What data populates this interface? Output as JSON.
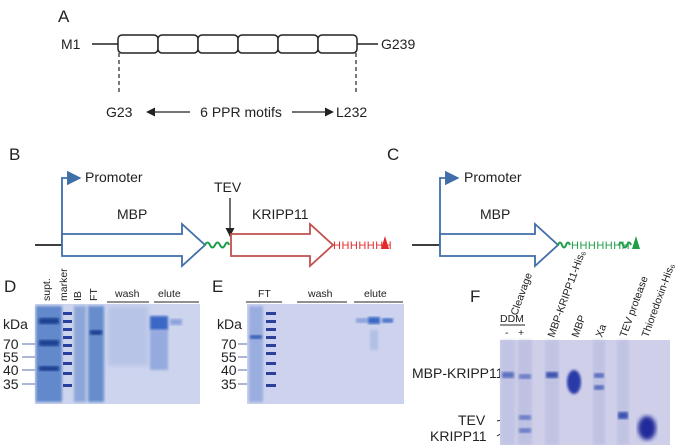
{
  "panels": {
    "a": "A",
    "b": "B",
    "c": "C",
    "d": "D",
    "e": "E",
    "f": "F"
  },
  "panel_a": {
    "start": "M1",
    "end": "G239",
    "first": "G23",
    "last": "L232",
    "motifs": "6 PPR motifs"
  },
  "panel_b": {
    "promoter": "Promoter",
    "tev": "TEV",
    "mbp": "MBP",
    "kripp11": "KRIPP11",
    "his_tag": "HHHHHHH"
  },
  "panel_c": {
    "promoter": "Promoter",
    "mbp": "MBP",
    "his_tag": "HHHHHHH"
  },
  "gel_axis": {
    "unit": "kDa",
    "markers": [
      "70",
      "55",
      "40",
      "35"
    ]
  },
  "panel_d": {
    "lanes": [
      "supt.",
      "marker",
      "IB",
      "FT"
    ],
    "groups": [
      "wash",
      "elute"
    ]
  },
  "panel_e": {
    "groups": [
      "FT",
      "wash",
      "elute"
    ]
  },
  "panel_f": {
    "cleavage": "Cleavage",
    "ddm": "DDM",
    "minus": "-",
    "plus": "+",
    "lanes": [
      "MBP-KRIPP11-His₆",
      "MBP",
      "Xa",
      "TEV protease",
      "Thioredoxin-His₆"
    ],
    "bands": [
      "MBP-KRIPP11",
      "TEV",
      "KRIPP11"
    ]
  },
  "colors": {
    "blue_arrow": "#3f6ea8",
    "red_arrow": "#c0504d",
    "green_linker": "#1f9e4a",
    "red_tag": "#e32b2b",
    "gel_bg": "#cdd3ee",
    "band": "#2c3f9a"
  }
}
